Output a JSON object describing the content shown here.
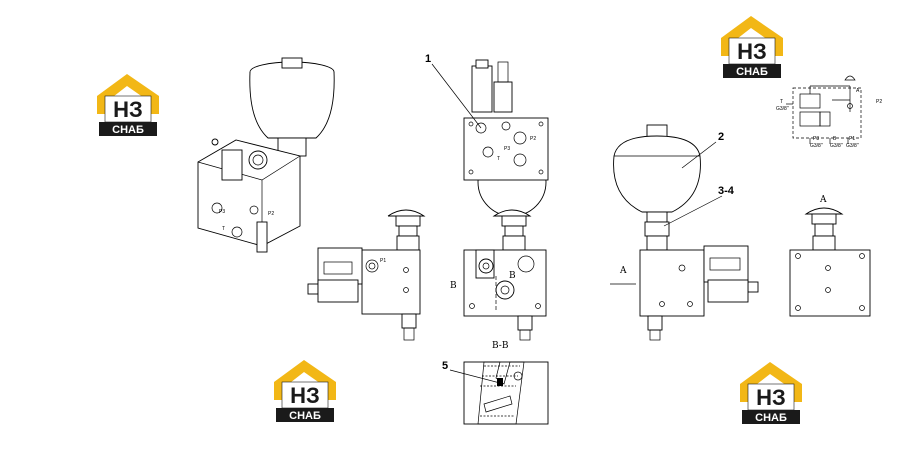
{
  "watermark": {
    "logo_letters": "НЗ",
    "logo_word": "СНАБ",
    "colors": {
      "gold": "#f2b716",
      "dark": "#1a1a1a",
      "light": "#ffffff"
    }
  },
  "callouts": {
    "item1": "1",
    "item2": "2",
    "item34": "3-4",
    "item5": "5"
  },
  "view_labels": {
    "view_a_top": "A",
    "view_a_left": "A",
    "view_b_left": "B",
    "view_b_inner": "B",
    "section": "B-B"
  },
  "ports": {
    "front_p3": "P3",
    "front_p2": "P2",
    "front_t": "T",
    "top_p3": "P3",
    "top_p2": "P2",
    "top_t": "T",
    "side_p1": "P1"
  },
  "schematic": {
    "t": "T",
    "p2": "P2",
    "p3": "P3",
    "b": "B",
    "p1": "P1",
    "a": "A",
    "g38_1": "G3/8\"",
    "g38_2": "G3/8\"",
    "g38_3": "G3/8\"",
    "g38_4": "G3/8\""
  }
}
